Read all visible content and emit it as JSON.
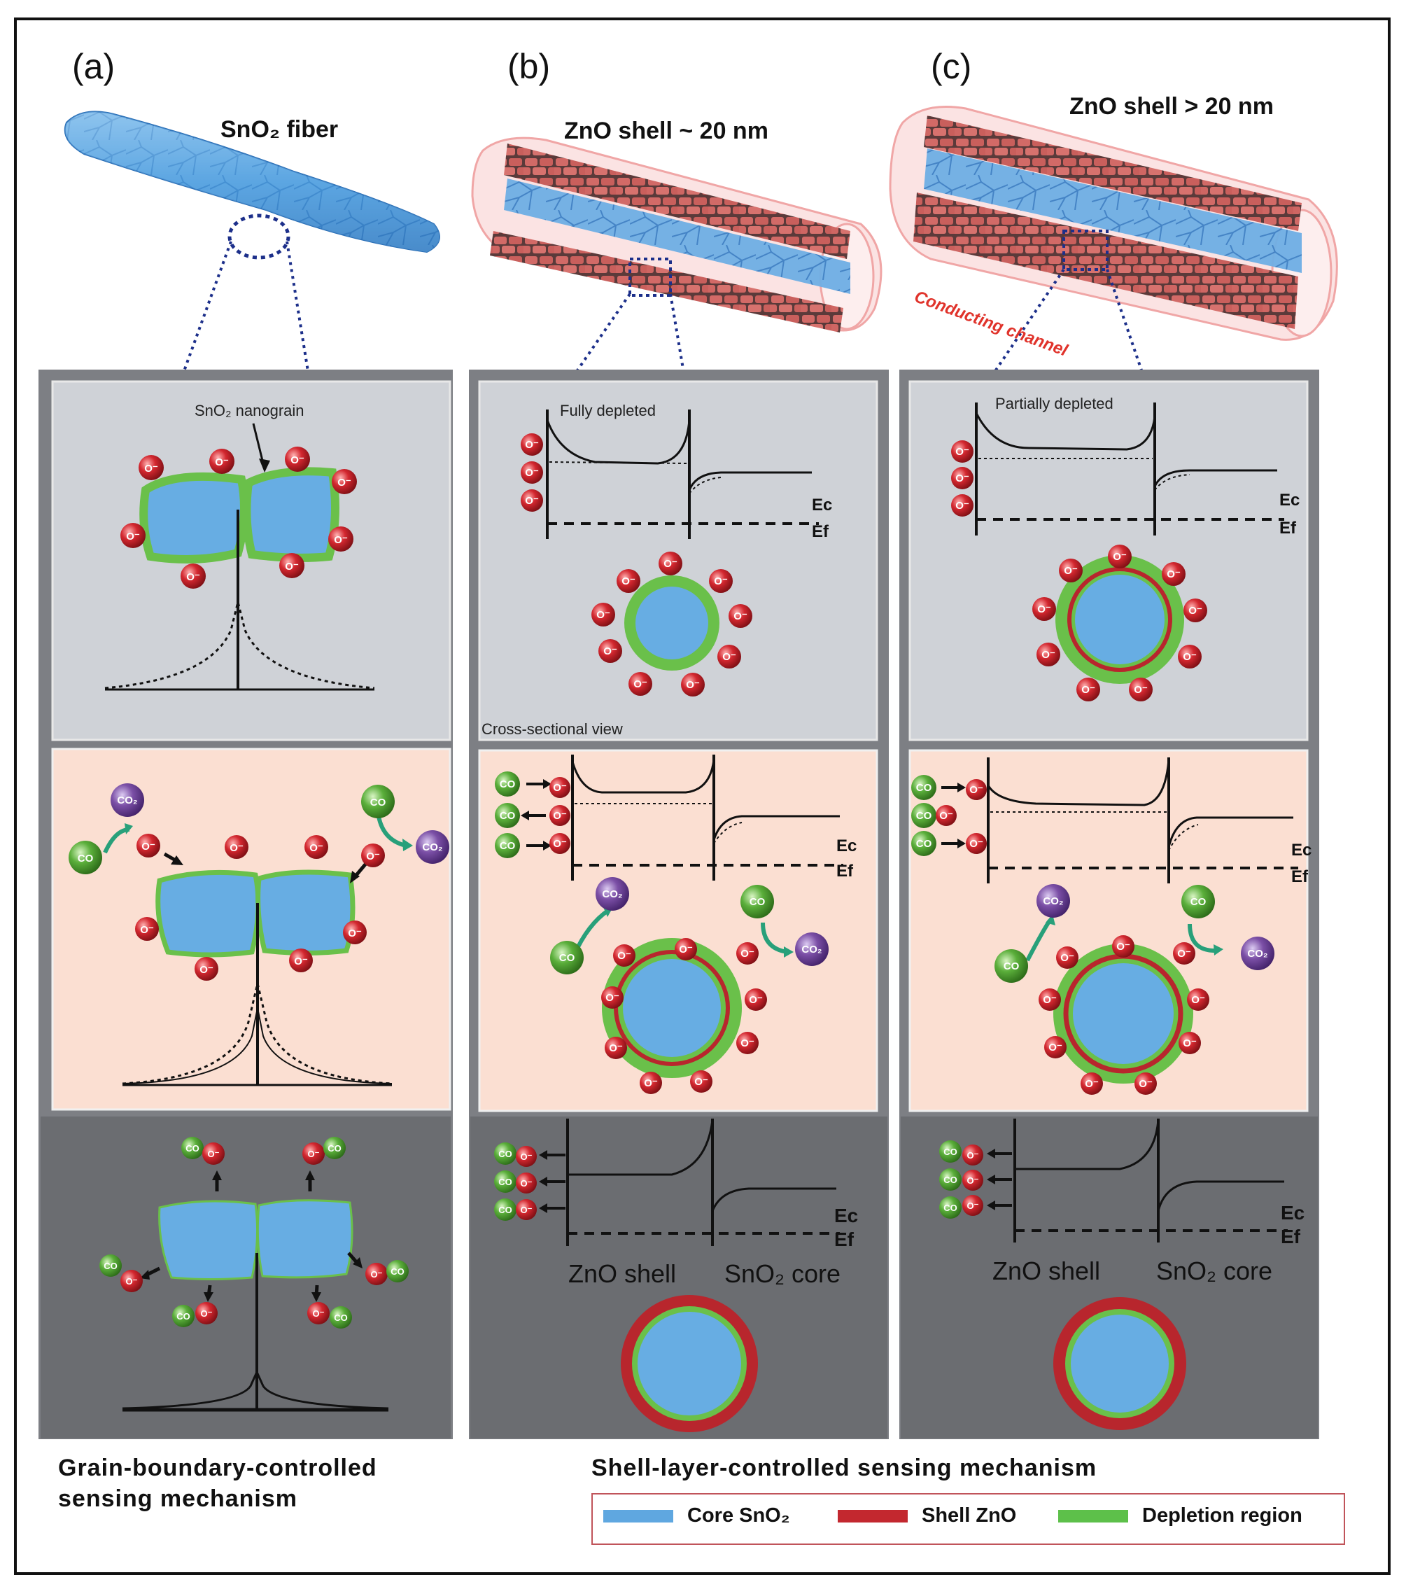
{
  "panels": [
    {
      "letter": "(a)",
      "title": "SnO₂ fiber"
    },
    {
      "letter": "(b)",
      "title": "ZnO shell ~ 20 nm"
    },
    {
      "letter": "(c)",
      "title": "ZnO shell > 20 nm"
    }
  ],
  "annotations": {
    "conducting_channel": "Conducting channel",
    "sno2_nanograin": "SnO₂ nanograin",
    "fully_depleted": "Fully  depleted",
    "partially_depleted": "Partially  depleted",
    "cross_sectional_view": "Cross-sectional view",
    "ec": "Ec",
    "ef": "Ef",
    "zno_shell": "ZnO shell",
    "sno2_core": "SnO₂ core"
  },
  "species": {
    "oxygen_ion": "O⁻",
    "co": "CO",
    "co2": "CO₂"
  },
  "bottom_labels": {
    "grain_boundary_line1": "Grain-boundary-controlled",
    "grain_boundary_line2": "sensing  mechanism",
    "shell_layer": "Shell-layer-controlled  sensing  mechanism"
  },
  "legend": [
    {
      "label": "Core SnO₂",
      "color": "#5fa7e0"
    },
    {
      "label": "Shell ZnO",
      "color": "#c3282f"
    },
    {
      "label": "Depletion region",
      "color": "#5dc04a"
    }
  ],
  "colors": {
    "panel_gray_light": "#cfd2d7",
    "panel_pink": "#fbdfd2",
    "panel_gray_dark": "#6b6d71",
    "oxygen_red": "#d3272f",
    "co_green": "#5aae3a",
    "co2_purple": "#7b4fa6"
  }
}
